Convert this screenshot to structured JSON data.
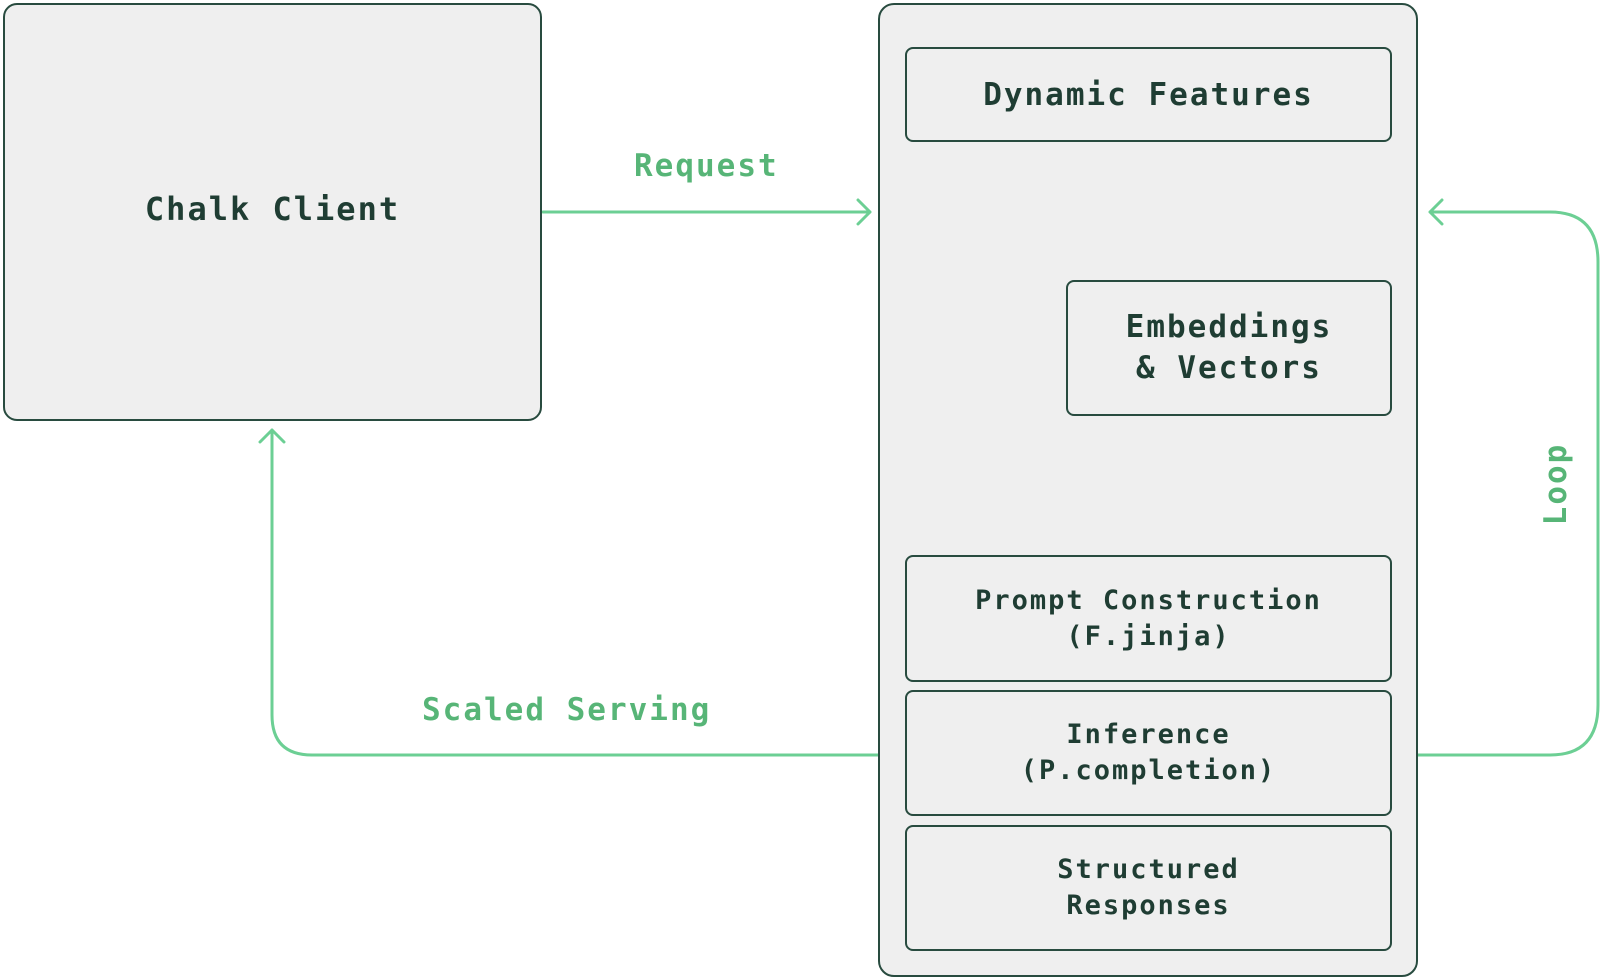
{
  "client": {
    "label": "Chalk Client"
  },
  "pipeline": {
    "dynamic_features": "Dynamic Features",
    "embeddings": {
      "line1": "Embeddings",
      "line2": "& Vectors"
    },
    "prompt": {
      "line1": "Prompt Construction",
      "line2": "(F.jinja)"
    },
    "inference": {
      "line1": "Inference",
      "line2": "(P.completion)"
    },
    "structured": {
      "line1": "Structured",
      "line2": "Responses"
    }
  },
  "edges": {
    "request": "Request",
    "scaled_serving": "Scaled Serving",
    "loop": "Loop"
  },
  "colors": {
    "accent": "#6ccf94",
    "label_green": "#57b577",
    "dark": "#284b3f",
    "box_fill": "#efefef"
  }
}
